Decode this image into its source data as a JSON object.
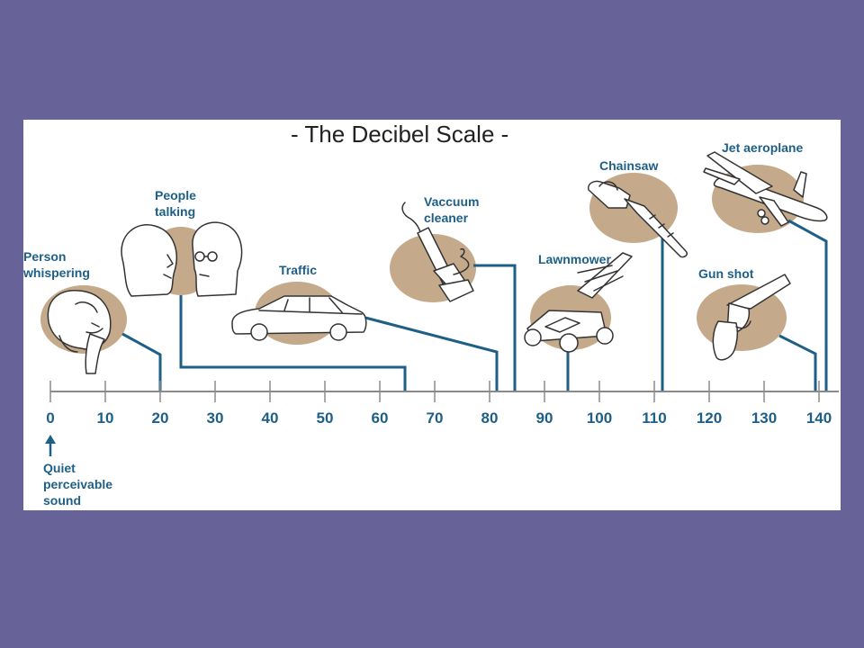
{
  "title": "- The Decibel Scale -",
  "axis": {
    "ticks": [
      "0",
      "10",
      "20",
      "30",
      "40",
      "50",
      "60",
      "70",
      "80",
      "90",
      "100",
      "110",
      "120",
      "130",
      "140"
    ],
    "min": 0,
    "max": 140
  },
  "baseline_note": [
    "Quiet",
    "perceivable",
    "sound"
  ],
  "sources": [
    {
      "label": [
        "Person",
        "whispering"
      ],
      "db": 20,
      "icon": "whispering-person-icon"
    },
    {
      "label": [
        "People",
        "talking"
      ],
      "db": 65,
      "icon": "people-talking-icon"
    },
    {
      "label": [
        "Traffic"
      ],
      "db": 82,
      "icon": "car-icon"
    },
    {
      "label": [
        "Vaccuum",
        "cleaner"
      ],
      "db": 85,
      "icon": "vacuum-cleaner-icon"
    },
    {
      "label": [
        "Lawnmower"
      ],
      "db": 95,
      "icon": "lawnmower-icon"
    },
    {
      "label": [
        "Chainsaw"
      ],
      "db": 112,
      "icon": "chainsaw-icon"
    },
    {
      "label": [
        "Gun shot"
      ],
      "db": 140,
      "icon": "revolver-icon"
    },
    {
      "label": [
        "Jet aeroplane"
      ],
      "db": 142,
      "icon": "jet-plane-icon"
    }
  ],
  "colors": {
    "background": "#676398",
    "accent": "#1d5f86",
    "highlight": "#c5a98b"
  }
}
